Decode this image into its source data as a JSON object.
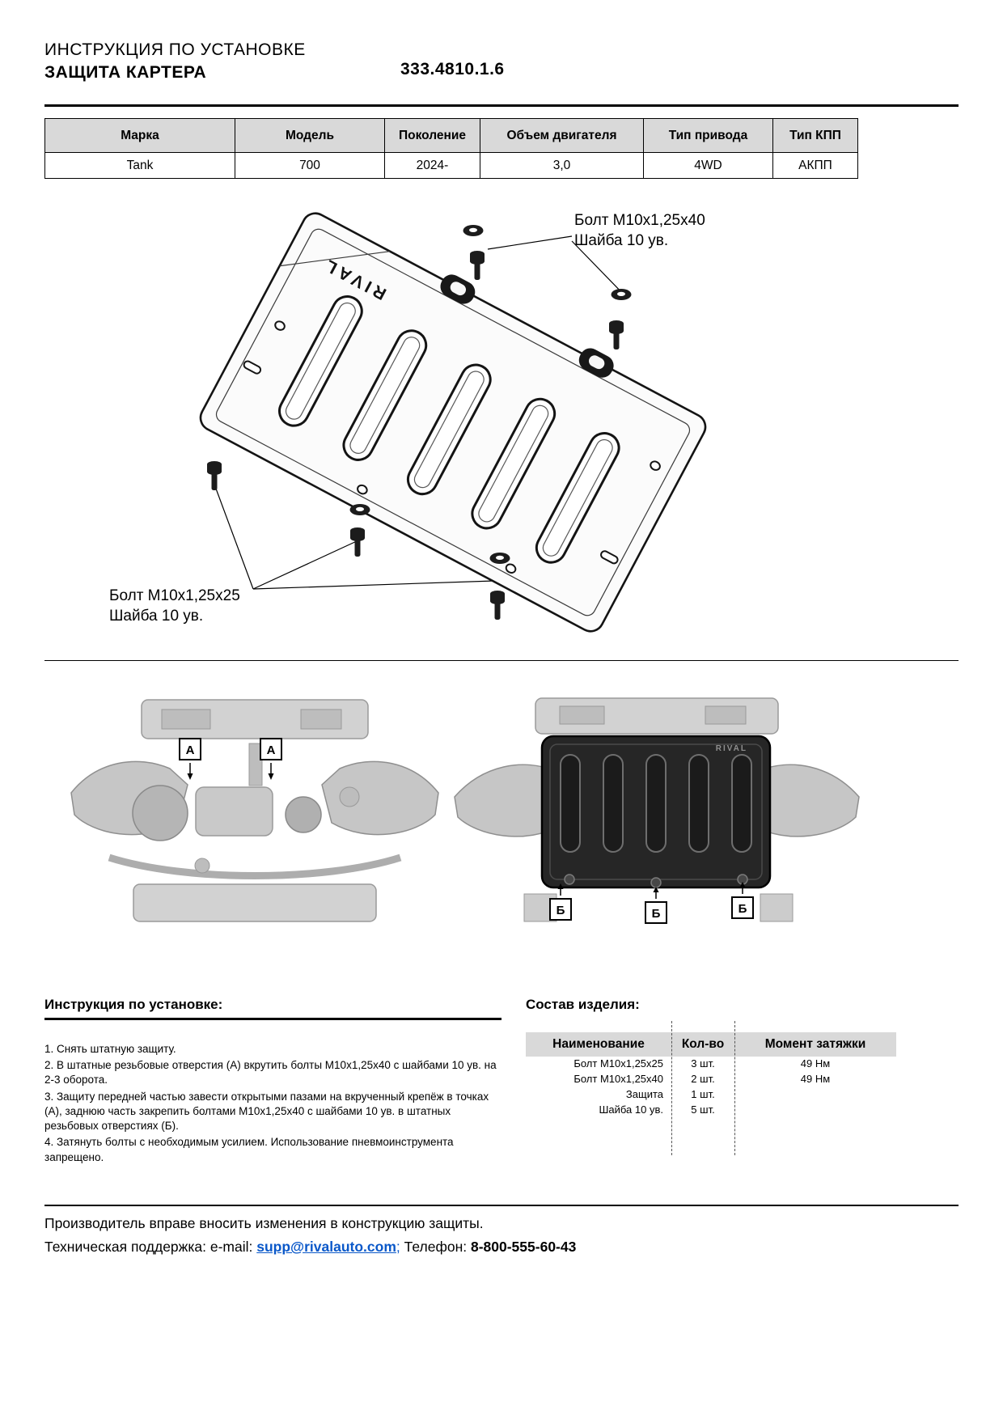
{
  "header": {
    "title_line1": "ИНСТРУКЦИЯ ПО УСТАНОВКЕ",
    "title_line2": "ЗАЩИТА КАРТЕРА",
    "part_number": "333.4810.1.6"
  },
  "spec_table": {
    "headers": [
      "Марка",
      "Модель",
      "Поколение",
      "Объем двигателя",
      "Тип привода",
      "Тип КПП"
    ],
    "row": [
      "Tank",
      "700",
      "2024-",
      "3,0",
      "4WD",
      "АКПП"
    ]
  },
  "main_diagram": {
    "plate_logo": "RIVAL",
    "callout_top_line1": "Болт М10х1,25х40",
    "callout_top_line2": "Шайба 10 ув.",
    "callout_bottom_line1": "Болт М10х1,25х25",
    "callout_bottom_line2": "Шайба 10 ув."
  },
  "underbody": {
    "marker_a": "А",
    "marker_b": "Б",
    "plate_logo": "RIVAL"
  },
  "instructions": {
    "heading": "Инструкция по установке:",
    "items": [
      "1. Снять штатную защиту.",
      "2. В штатные резьбовые отверстия (А) вкрутить болты М10х1,25х40 с шайбами 10 ув. на 2-3 оборота.",
      "3. Защиту передней частью завести открытыми пазами на вкрученный крепёж в точках (А), заднюю часть закрепить болтами М10х1,25х40 с шайбами 10 ув. в штатных резьбовых отверстиях (Б).",
      "4. Затянуть болты с необходимым усилием. Использование пневмоинструмента запрещено."
    ]
  },
  "parts": {
    "heading": "Состав изделия:",
    "headers": [
      "Наименование",
      "Кол-во",
      "Момент затяжки"
    ],
    "rows": [
      [
        "Болт М10х1,25х25",
        "3 шт.",
        "49 Нм"
      ],
      [
        "Болт М10х1,25х40",
        "2 шт.",
        "49 Нм"
      ],
      [
        "Защита",
        "1 шт.",
        ""
      ],
      [
        "Шайба 10 ув.",
        "5 шт.",
        ""
      ]
    ]
  },
  "footer": {
    "line1": "Производитель вправе вносить изменения в конструкцию защиты.",
    "support_label": "Техническая поддержка:  e-mail: ",
    "email": "supp@rivalauto.com",
    "separator": ";",
    "phone_label": " Телефон: ",
    "phone": "8-800-555-60-43"
  }
}
